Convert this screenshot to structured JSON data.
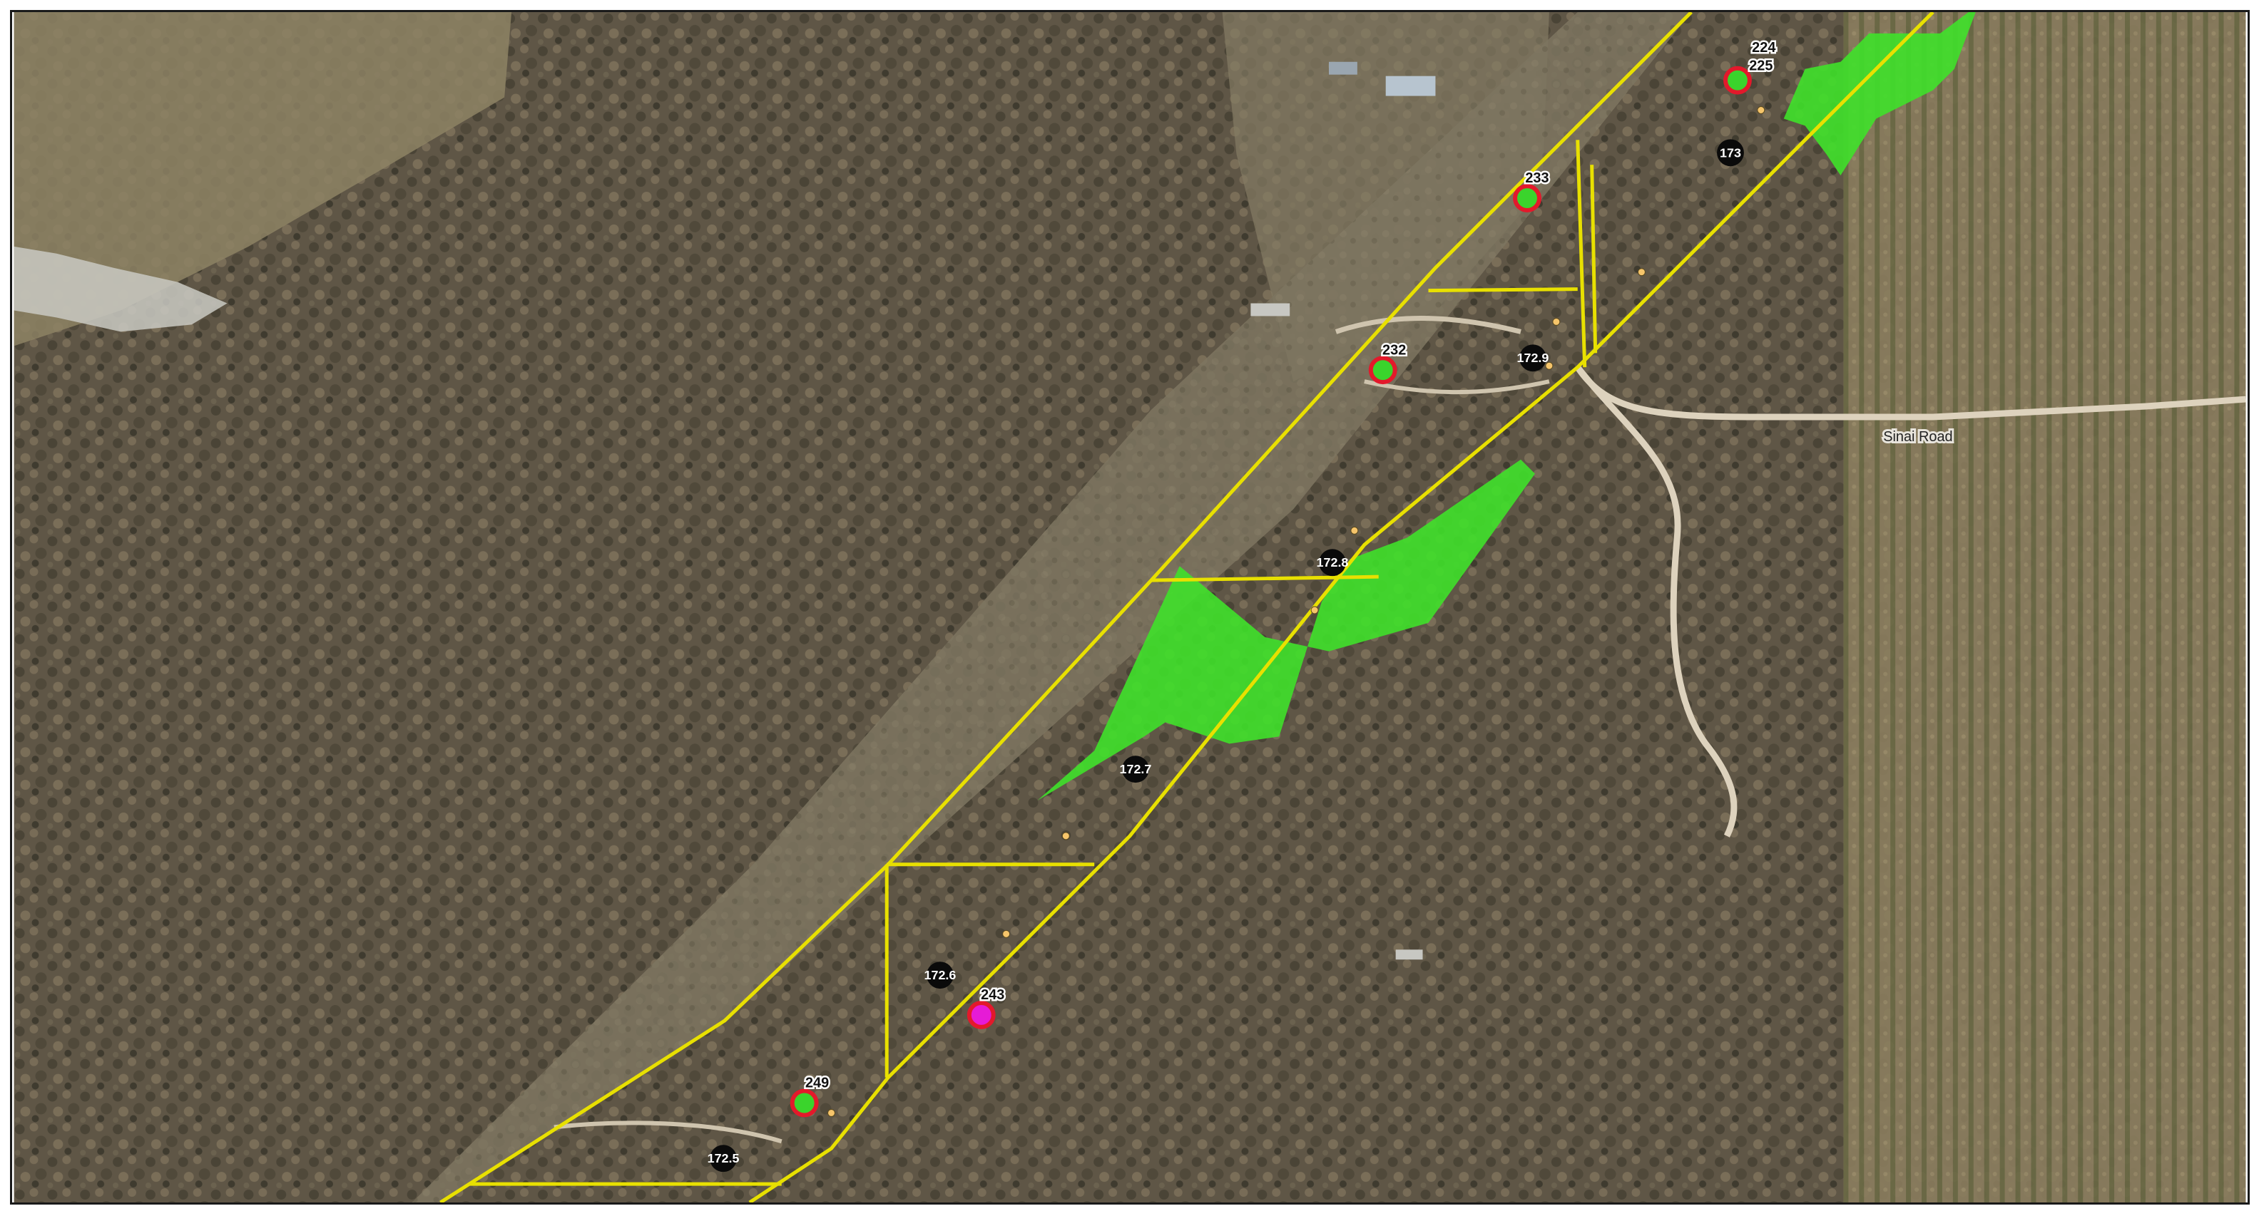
{
  "map": {
    "road_labels": [
      {
        "id": "sinai-road",
        "text": "Sinai Road"
      }
    ],
    "milepost_markers": [
      {
        "id": "mp-173",
        "label": "173"
      },
      {
        "id": "mp-172-9",
        "label": "172.9"
      },
      {
        "id": "mp-172-8",
        "label": "172.8"
      },
      {
        "id": "mp-172-7",
        "label": "172.7"
      },
      {
        "id": "mp-172-6",
        "label": "172.6"
      },
      {
        "id": "mp-172-5",
        "label": "172.5"
      }
    ],
    "site_markers": [
      {
        "id": "site-224",
        "label": "224",
        "status": "none"
      },
      {
        "id": "site-225",
        "label": "225",
        "status": "green"
      },
      {
        "id": "site-233",
        "label": "233",
        "status": "green"
      },
      {
        "id": "site-232",
        "label": "232",
        "status": "green"
      },
      {
        "id": "site-243",
        "label": "243",
        "status": "magenta"
      },
      {
        "id": "site-249",
        "label": "249",
        "status": "green"
      }
    ],
    "colors": {
      "corridor_line": "#e8e000",
      "wetland_fill": "#3fe12a",
      "marker_ring": "#e3192b",
      "marker_green": "#3ad42c",
      "marker_magenta": "#e61bd6",
      "milepost_fill": "#0a0a0a",
      "small_point": "#f6c56b"
    }
  }
}
